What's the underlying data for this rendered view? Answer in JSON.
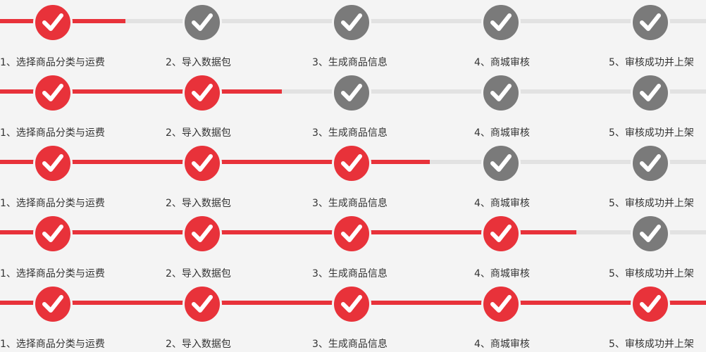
{
  "steps": [
    {
      "label": "1、选择商品分类与运费"
    },
    {
      "label": "2、导入数据包"
    },
    {
      "label": "3、生成商品信息"
    },
    {
      "label": "4、商城审核"
    },
    {
      "label": "5、审核成功并上架"
    }
  ],
  "rows": [
    {
      "completed_steps": 1
    },
    {
      "completed_steps": 2
    },
    {
      "completed_steps": 3
    },
    {
      "completed_steps": 4
    },
    {
      "completed_steps": 5
    }
  ],
  "colors": {
    "done": "#e8323a",
    "pending": "#7a7a7a",
    "track": "#e2e2e2",
    "background": "#f4f4f4"
  },
  "icons": {
    "step": "check-icon"
  }
}
